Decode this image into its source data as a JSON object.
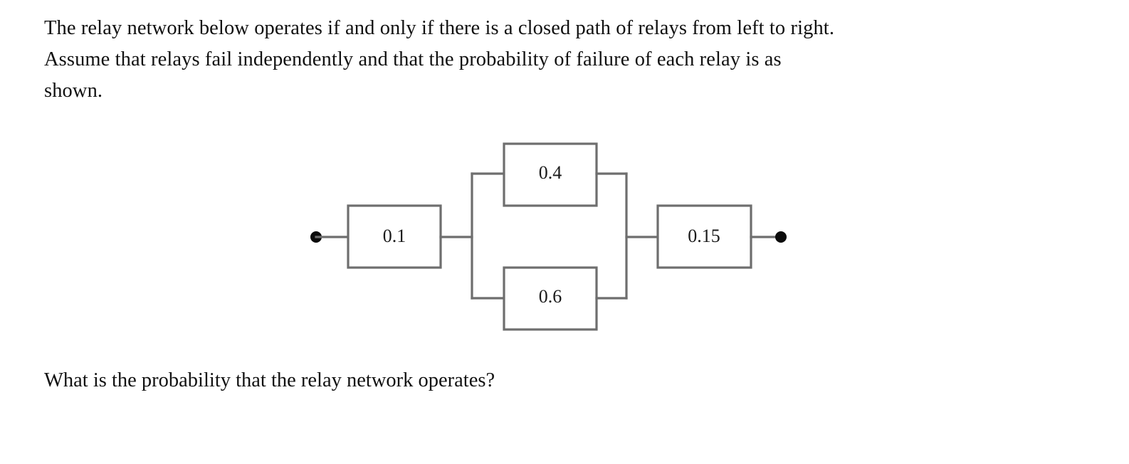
{
  "document": {
    "intro": {
      "line1": "The relay network below operates if and only if there is a closed path of relays from left to right.",
      "line2": "Assume that relays fail independently and that the probability of failure of each relay is as",
      "line3": "shown."
    },
    "question": "What is the probability that the relay network operates?"
  },
  "diagram": {
    "type": "relay-network",
    "description": "Series-parallel relay network: left terminal, relay 0.1 in series with a parallel block of relays 0.4 and 0.6, in series with relay 0.15, right terminal.",
    "colors": {
      "wire": "#6e6e6e",
      "box_fill": "#ffffff",
      "box_stroke": "#6e6e6e",
      "terminal": "#0b0b0b",
      "label_text": "#1a1a1a"
    },
    "relays": [
      {
        "id": "relay-first",
        "label": "0.1",
        "position": "series-left"
      },
      {
        "id": "relay-top",
        "label": "0.4",
        "position": "parallel-top"
      },
      {
        "id": "relay-bottom",
        "label": "0.6",
        "position": "parallel-bottom"
      },
      {
        "id": "relay-last",
        "label": "0.15",
        "position": "series-right"
      }
    ],
    "terminals": [
      {
        "id": "terminal-left",
        "side": "left"
      },
      {
        "id": "terminal-right",
        "side": "right"
      }
    ]
  }
}
